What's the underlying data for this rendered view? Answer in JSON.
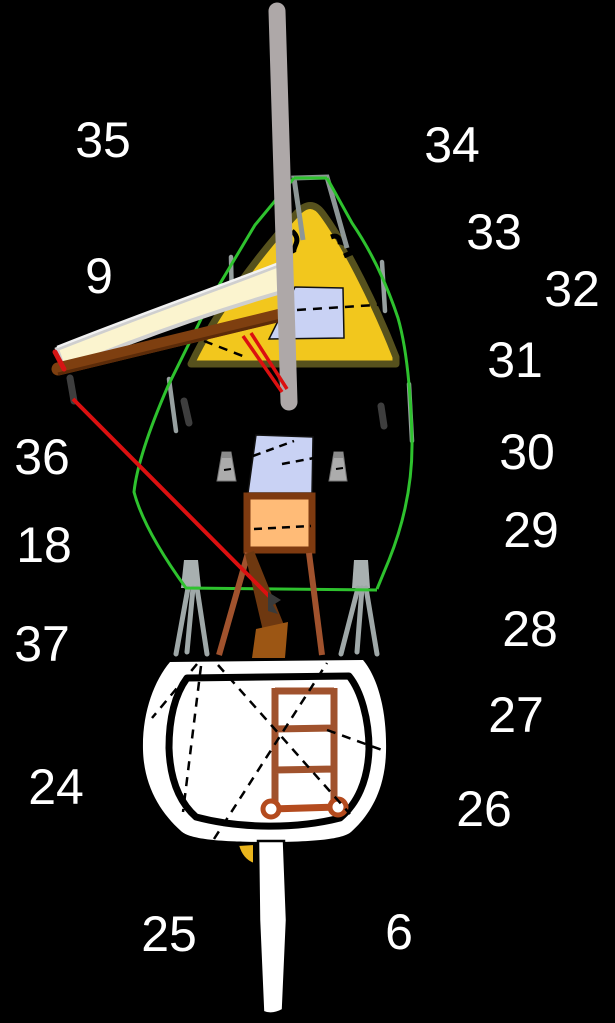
{
  "diagram": {
    "labels": [
      {
        "id": "35",
        "text": "35"
      },
      {
        "id": "34",
        "text": "34"
      },
      {
        "id": "9",
        "text": "9"
      },
      {
        "id": "33",
        "text": "33"
      },
      {
        "id": "32",
        "text": "32"
      },
      {
        "id": "31",
        "text": "31"
      },
      {
        "id": "36",
        "text": "36"
      },
      {
        "id": "30",
        "text": "30"
      },
      {
        "id": "18",
        "text": "18"
      },
      {
        "id": "29",
        "text": "29"
      },
      {
        "id": "37",
        "text": "37"
      },
      {
        "id": "28",
        "text": "28"
      },
      {
        "id": "27",
        "text": "27"
      },
      {
        "id": "24",
        "text": "24"
      },
      {
        "id": "26",
        "text": "26"
      },
      {
        "id": "25",
        "text": "25"
      },
      {
        "id": "6",
        "text": "6"
      }
    ],
    "colors": {
      "background": "#000000",
      "sprayhood_yellow": "#F2C71D",
      "sprayhood_border": "#56511D",
      "window_lavender": "#C9D2F4",
      "companionway_orange": "#FFBB77",
      "boom_brown": "#7E3F10",
      "ladder_sienna": "#A0522D",
      "ladder_foot_rust": "#B44B1E",
      "lifeline_green": "#2EC22E",
      "line_red": "#DB1010",
      "mast_gray": "#AEA8A8",
      "frame_gray": "#9FA8A8",
      "hull_white": "#FFFFFF",
      "label_white": "#FFFFFF",
      "sail_cream": "#FBF4CF",
      "tiller_dark": "#6E3810",
      "tiller_light": "#9C5614",
      "wedge_yellow": "#E9B41C"
    }
  }
}
